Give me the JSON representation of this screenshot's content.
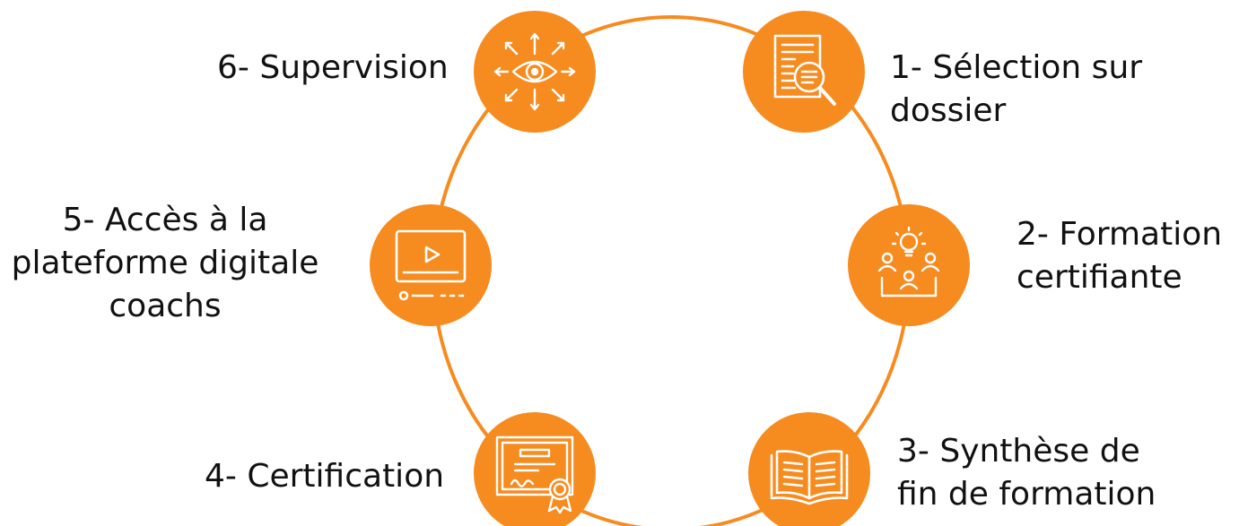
{
  "colors": {
    "accent": "#F68B1F",
    "ring": "#F68B1F",
    "icon_stroke": "#FFFFFF",
    "text": "#111111"
  },
  "steps": [
    {
      "icon": "document-search-icon",
      "lines": [
        "1- Sélection sur",
        "dossier"
      ]
    },
    {
      "icon": "lightbulb-team-icon",
      "lines": [
        "2- Formation",
        "certifiante"
      ]
    },
    {
      "icon": "open-book-icon",
      "lines": [
        "3- Synthèse de",
        "fin  de formation"
      ]
    },
    {
      "icon": "certificate-icon",
      "lines": [
        "4- Certification"
      ]
    },
    {
      "icon": "video-player-icon",
      "lines": [
        "5- Accès à la",
        "plateforme digitale",
        "coachs"
      ]
    },
    {
      "icon": "eye-arrows-icon",
      "lines": [
        "6- Supervision"
      ]
    }
  ]
}
